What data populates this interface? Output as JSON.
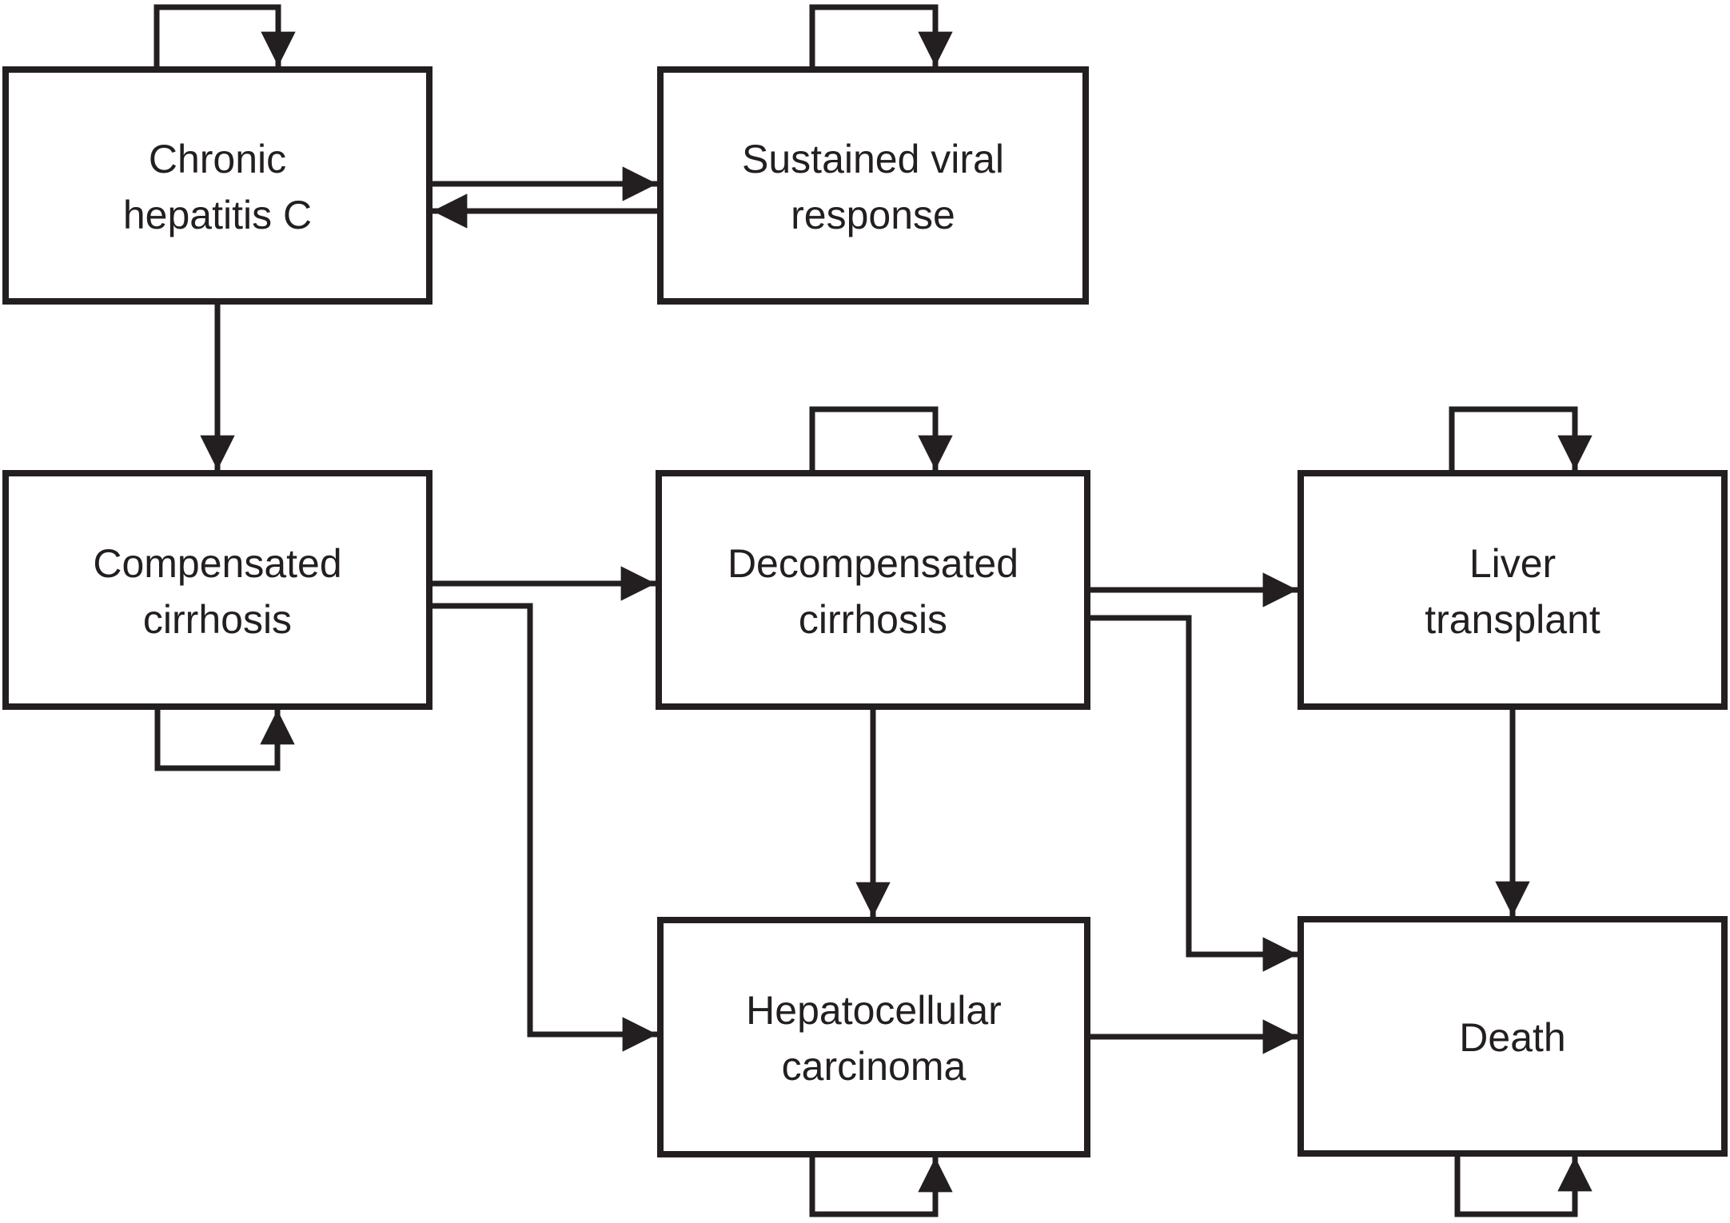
{
  "diagram": {
    "type": "state-transition-diagram",
    "subject": "Chronic hepatitis C disease progression model",
    "background_color": "#ffffff",
    "ink_color": "#231f20",
    "nodes": [
      {
        "id": "chronic-hepatitis-c",
        "line1": "Chronic",
        "line2": "hepatitis C",
        "self_loop": "top"
      },
      {
        "id": "sustained-viral-response",
        "line1": "Sustained viral",
        "line2": "response",
        "self_loop": "top"
      },
      {
        "id": "compensated-cirrhosis",
        "line1": "Compensated",
        "line2": "cirrhosis",
        "self_loop": "bottom"
      },
      {
        "id": "decompensated-cirrhosis",
        "line1": "Decompensated",
        "line2": "cirrhosis",
        "self_loop": "top"
      },
      {
        "id": "liver-transplant",
        "line1": "Liver",
        "line2": "transplant",
        "self_loop": "top"
      },
      {
        "id": "hepatocellular-carcinoma",
        "line1": "Hepatocellular",
        "line2": "carcinoma",
        "self_loop": "bottom"
      },
      {
        "id": "death",
        "line1": "Death",
        "line2": "",
        "self_loop": "bottom"
      }
    ],
    "edges": [
      {
        "from": "chronic-hepatitis-c",
        "to": "sustained-viral-response"
      },
      {
        "from": "sustained-viral-response",
        "to": "chronic-hepatitis-c"
      },
      {
        "from": "chronic-hepatitis-c",
        "to": "compensated-cirrhosis"
      },
      {
        "from": "compensated-cirrhosis",
        "to": "decompensated-cirrhosis"
      },
      {
        "from": "compensated-cirrhosis",
        "to": "hepatocellular-carcinoma"
      },
      {
        "from": "decompensated-cirrhosis",
        "to": "liver-transplant"
      },
      {
        "from": "decompensated-cirrhosis",
        "to": "hepatocellular-carcinoma"
      },
      {
        "from": "decompensated-cirrhosis",
        "to": "death"
      },
      {
        "from": "liver-transplant",
        "to": "death"
      },
      {
        "from": "hepatocellular-carcinoma",
        "to": "death"
      }
    ]
  }
}
